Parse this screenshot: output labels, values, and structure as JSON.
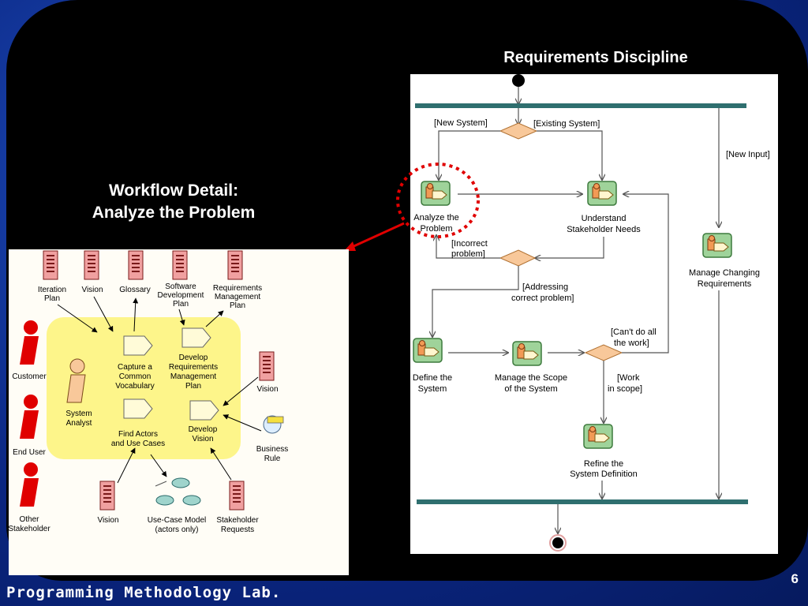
{
  "slide": {
    "page_number": "6",
    "footer": "Programming Methodology Lab.",
    "requirements_title": "Requirements Discipline",
    "workflow_title_line1": "Workflow Detail:",
    "workflow_title_line2": "Analyze the Problem"
  },
  "activity_diagram": {
    "guards": {
      "new_system": "[New System]",
      "existing_system": "[Existing System]",
      "new_input": "[New Input]",
      "incorrect_problem_1": "[Incorrect",
      "incorrect_problem_2": "problem]",
      "addressing_1": "[Addressing",
      "addressing_2": "correct problem]",
      "cant_do_1": "[Can't do all",
      "cant_do_2": "the work]",
      "work_in_scope_1": "[Work",
      "work_in_scope_2": "in scope]"
    },
    "activities": {
      "analyze_1": "Analyze the",
      "analyze_2": "Problem",
      "understand_1": "Understand",
      "understand_2": "Stakeholder Needs",
      "manage_changing_1": "Manage Changing",
      "manage_changing_2": "Requirements",
      "define_1": "Define the",
      "define_2": "System",
      "manage_scope_1": "Manage the Scope",
      "manage_scope_2": "of the System",
      "refine_1": "Refine the",
      "refine_2": "System Definition"
    }
  },
  "workflow_detail": {
    "artifacts_top": {
      "iteration_1": "Iteration",
      "iteration_2": "Plan",
      "vision": "Vision",
      "glossary": "Glossary",
      "sdp_1": "Software",
      "sdp_2": "Development",
      "sdp_3": "Plan",
      "rmp_1": "Requirements",
      "rmp_2": "Management",
      "rmp_3": "Plan"
    },
    "actors": {
      "customer": "Customer",
      "end_user": "End User",
      "other_1": "Other",
      "other_2": "Stakeholder",
      "analyst_1": "System",
      "analyst_2": "Analyst"
    },
    "activities": {
      "capture_1": "Capture a",
      "capture_2": "Common",
      "capture_3": "Vocabulary",
      "develop_rmp_1": "Develop",
      "develop_rmp_2": "Requirements",
      "develop_rmp_3": "Management",
      "develop_rmp_4": "Plan",
      "find_actors_1": "Find Actors",
      "find_actors_2": "and Use Cases",
      "develop_vision_1": "Develop",
      "develop_vision_2": "Vision"
    },
    "artifacts_other": {
      "vision_right": "Vision",
      "business_rule_1": "Business",
      "business_rule_2": "Rule",
      "vision_bottom": "Vision",
      "use_case_1": "Use-Case Model",
      "use_case_2": "(actors only)",
      "stakeholder_req_1": "Stakeholder",
      "stakeholder_req_2": "Requests"
    }
  },
  "colors": {
    "accent_red": "#e00000",
    "bar_teal": "#2f6f6f",
    "decision_fill": "#f8c89a",
    "workflow_yellow": "#fdf58a"
  }
}
